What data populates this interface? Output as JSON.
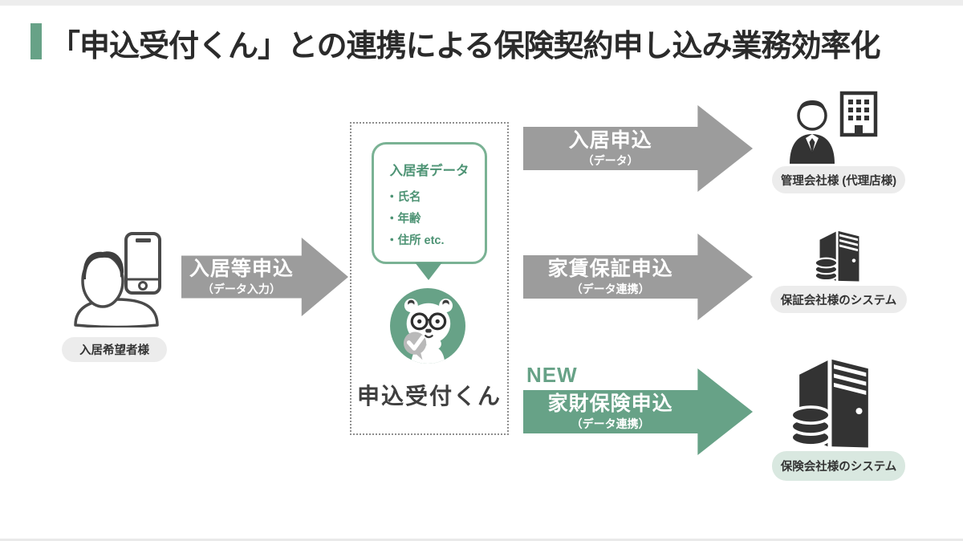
{
  "colors": {
    "accent_green": "#67a287",
    "light_green_pill": "#d9e8e0",
    "arrow_gray": "#9c9c9c",
    "pill_gray": "#ececec",
    "title_text": "#2b2b2b"
  },
  "title": "「申込受付くん」との連携による保険契約申し込み業務効率化",
  "applicant": {
    "label": "入居希望者様",
    "icon": "person-with-phone-icon"
  },
  "input_arrow": {
    "label": "入居等申込",
    "sub": "（データ入力）"
  },
  "hub": {
    "bubble_title": "入居者データ",
    "bubble_items": [
      "・氏名",
      "・年齢",
      "・住所 etc."
    ],
    "mascot_icon": "bear-mascot-icon",
    "mascot_label": "申込受付くん"
  },
  "flows": [
    {
      "label": "入居申込",
      "sub": "（データ）",
      "target": "管理会社様 (代理店様)",
      "target_icon": "agent-and-building-icon"
    },
    {
      "label": "家賃保証申込",
      "sub": "（データ連携）",
      "target": "保証会社様のシステム",
      "target_icon": "server-database-icon"
    },
    {
      "badge": "NEW",
      "label": "家財保険申込",
      "sub": "（データ連携）",
      "target": "保険会社様のシステム",
      "target_icon": "server-database-icon"
    }
  ]
}
